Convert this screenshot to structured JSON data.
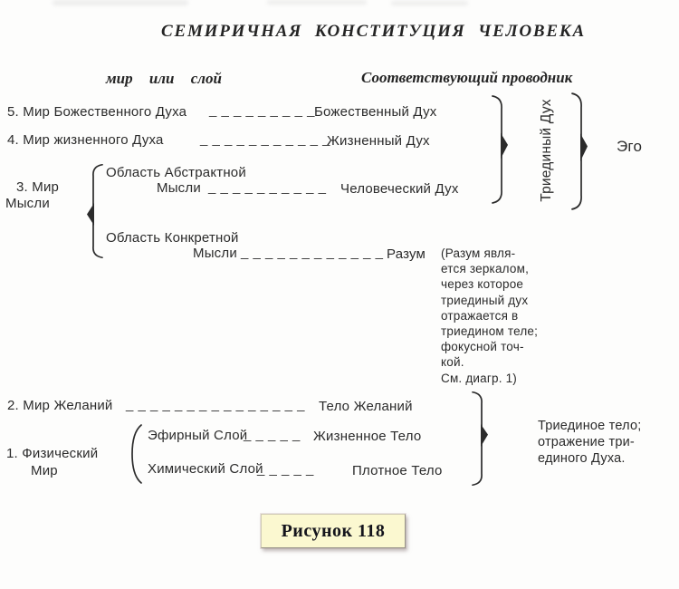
{
  "title": "СЕМИРИЧНАЯ КОНСТИТУЦИЯ ЧЕЛОВЕКА",
  "columns": {
    "left_header": "мир или слой",
    "right_header": "Соответствующий проводник"
  },
  "worlds": {
    "w5": {
      "label": "5. Мир Божественного Духа",
      "dashes": "_ _ _ _ _ _ _ _ _",
      "vehicle": "Божественный Дух"
    },
    "w4": {
      "label": "4. Мир жизненного Духа",
      "dashes": "_ _ _ _ _ _ _ _ _ _ _",
      "vehicle": "Жизненный Дух"
    },
    "w3": {
      "label_line1": "3. Мир",
      "label_line2": "Мысли",
      "abstract_line1": "Область Абстрактной",
      "abstract_line2": "Мысли",
      "abstract_dashes": "_ _ _ _ _ _ _ _ _ _",
      "abstract_vehicle": "Человеческий Дух",
      "concrete_line1": "Область Конкретной",
      "concrete_line2": "Мысли",
      "concrete_dashes": "_ _ _ _ _ _ _ _ _ _ _ _",
      "concrete_vehicle": "Разум"
    },
    "w2": {
      "label": "2. Мир Желаний",
      "dashes": "_ _ _ _ _ _ _ _ _ _ _ _ _ _ _",
      "vehicle": "Тело Желаний"
    },
    "w1": {
      "label_line1": "1. Физический",
      "label_line2": "Мир",
      "etheric_label": "Эфирный Слой",
      "etheric_dashes": "_ _ _ _ _",
      "etheric_vehicle": "Жизненное Тело",
      "chemical_label": "Химический Слой",
      "chemical_dashes": "_ _ _ _ _",
      "chemical_vehicle": "Плотное Тело"
    }
  },
  "mind_note": {
    "lines": [
      "(Разум явля-",
      "ется зеркалом,",
      "через которое",
      "триединый дух",
      "отражается в",
      "триедином теле;",
      "фокусной точ-",
      "кой.",
      "См. диагр. 1)"
    ]
  },
  "right_side": {
    "triune_spirit": "Триединый Дух",
    "ego": "Эго",
    "triune_body_lines": [
      "Триединое тело;",
      "отражение три-",
      "единого Духа."
    ]
  },
  "caption": {
    "text": "Рисунок 118"
  },
  "colors": {
    "ink": "#2b2b2b",
    "caption_bg": "#fbf8d0"
  }
}
